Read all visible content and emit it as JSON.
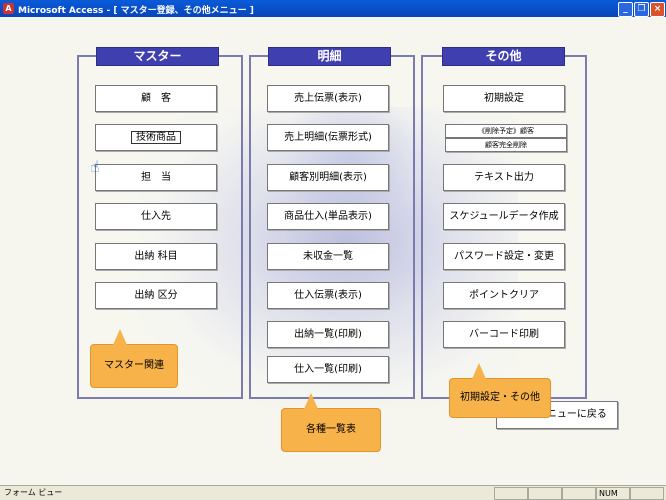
{
  "window": {
    "title": "Microsoft Access - [ マスター登録、その他メニュー ]",
    "controls": [
      "minimize",
      "restore",
      "close"
    ]
  },
  "panels": {
    "master": {
      "header": "マスター",
      "buttons": [
        "顧　客",
        "技術商品",
        "担　当",
        "仕入先",
        "出納 科目",
        "出納 区分"
      ]
    },
    "detail": {
      "header": "明細",
      "buttons": [
        "売上伝票(表示)",
        "売上明細(伝票形式)",
        "顧客別明細(表示)",
        "商品仕入(単品表示)",
        "未収金一覧",
        "仕入伝票(表示)",
        "出納一覧(印刷)",
        "仕入一覧(印刷)"
      ]
    },
    "other": {
      "header": "その他",
      "buttons": [
        "初期設定",
        "《削除予定》顧客",
        "顧客完全削除",
        "テキスト出力",
        "スケジュールデータ作成",
        "パスワード設定・変更",
        "ポイントクリア",
        "バーコード印刷"
      ]
    }
  },
  "callouts": {
    "master": "マスター関連",
    "detail": "各種一覧表",
    "other": "初期設定・その他"
  },
  "return_button": "メインメニューに戻る",
  "statusbar": {
    "view": "フォーム ビュー",
    "num": "NUM"
  },
  "icons": {
    "app": "access-icon",
    "pointer": "hand-pointer-icon"
  }
}
